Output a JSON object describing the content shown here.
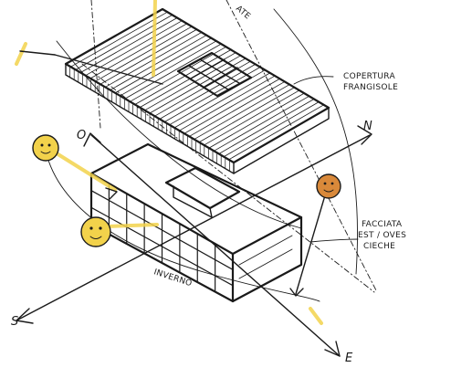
{
  "labels": {
    "cover": [
      "COPERTURA",
      "FRANGISOLE"
    ],
    "facade": [
      "FACCIATA",
      "EST / OVES",
      "CIECHE"
    ],
    "winter": "INVERNO",
    "summer": "ATE"
  },
  "axes": {
    "north": "N",
    "south": "S",
    "east": "E",
    "west": "O"
  },
  "colors": {
    "ink": "#1a1a1a",
    "sun_yellow": "#f2d24b",
    "sun_orange": "#e9b23a",
    "summer_sun": "#d9893a",
    "paper": "#ffffff"
  },
  "icons": [
    "sun-icon",
    "sun-icon",
    "sun-icon",
    "arrow-icon"
  ]
}
